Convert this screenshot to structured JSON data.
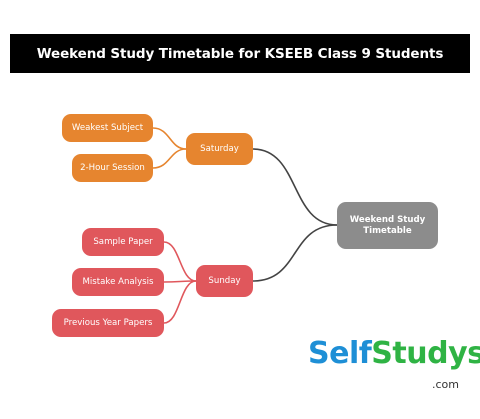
{
  "title": "Weekend Study Timetable for KSEEB Class 9 Students",
  "root": {
    "label": "Weekend Study\nTimetable"
  },
  "branches": [
    {
      "label": "Saturday",
      "color": "#e6852f",
      "children": [
        "Weakest Subject",
        "2-Hour Session"
      ]
    },
    {
      "label": "Sunday",
      "color": "#e0575c",
      "children": [
        "Sample Paper",
        "Mistake Analysis",
        "Previous Year Papers"
      ]
    }
  ],
  "logo": {
    "part1": "Self",
    "part2": "Studys",
    "domain": ".com"
  },
  "colors": {
    "root": "#8c8c8c",
    "link": "#444444",
    "title_bg": "#000000"
  }
}
